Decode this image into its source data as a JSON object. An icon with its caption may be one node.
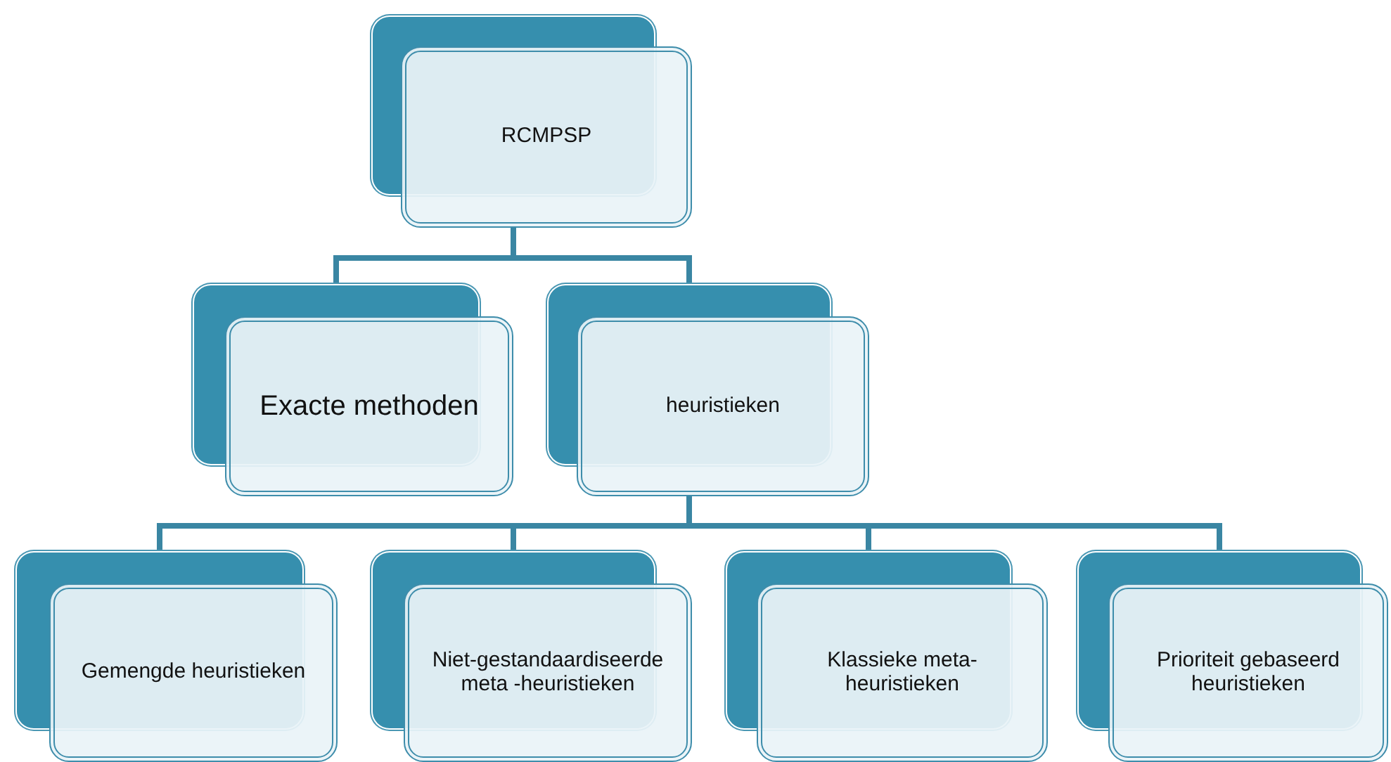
{
  "diagram": {
    "nodes": [
      {
        "text": [
          "RCMPSP"
        ]
      },
      {
        "text": [
          "Exacte methoden"
        ]
      },
      {
        "text": [
          "heuristieken"
        ]
      },
      {
        "text": [
          "Gemengde heuristieken"
        ]
      },
      {
        "text": [
          "Niet-gestandaardiseerde meta -heuristieken"
        ]
      },
      {
        "text": [
          "Klassieke meta-heuristieken"
        ]
      },
      {
        "text": [
          "Prioriteit gebaseerd heuristieken"
        ]
      }
    ],
    "edges": [
      {
        "from": 0,
        "to": 1,
        "arrow": "none"
      },
      {
        "from": 0,
        "to": 2,
        "arrow": "none"
      },
      {
        "from": 2,
        "to": 3,
        "arrow": "none"
      },
      {
        "from": 2,
        "to": 4,
        "arrow": "none"
      },
      {
        "from": 2,
        "to": 5,
        "arrow": "none"
      },
      {
        "from": 2,
        "to": 6,
        "arrow": "none"
      }
    ]
  }
}
